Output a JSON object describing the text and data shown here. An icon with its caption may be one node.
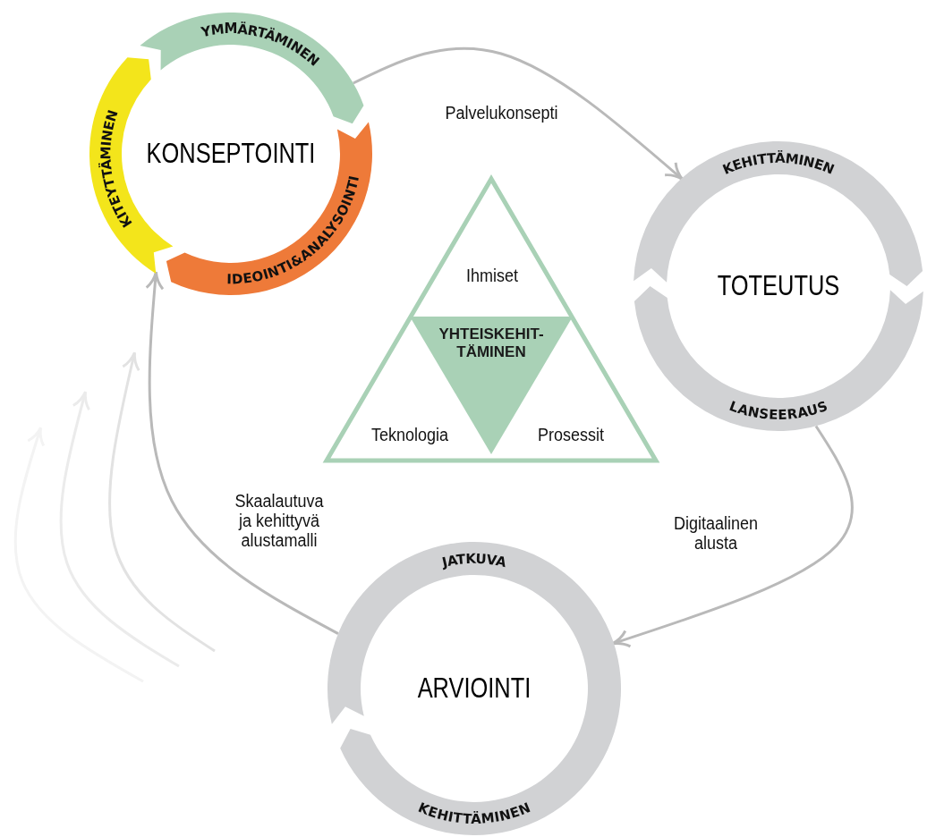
{
  "diagram": {
    "nodes": [
      {
        "text": [
          "YMMÄRTÄMINEN",
          "KITEYTTÄMINEN",
          "KONSEPTOINTI",
          "IDEOINTI&ANALYSOINTI"
        ]
      },
      {
        "text": [
          "KEHITTÄMINEN",
          "TOTEUTUS",
          "LANSEERAUS"
        ]
      },
      {
        "text": [
          "JATKUVA",
          "ARVIOINTI",
          "KEHITTÄMINEN"
        ]
      },
      {
        "text": [
          "Ihmiset",
          "Teknologia",
          "Prosessit"
        ]
      },
      {
        "text": [
          "YHTEISKEHIT- TÄMINEN"
        ],
        "in": 3
      }
    ],
    "edges": [
      {
        "from": 0,
        "to": 1,
        "arrow": "to",
        "label": "Palvelukonsepti"
      },
      {
        "from": 1,
        "to": 2,
        "arrow": "to",
        "label": "Digitaalinen alusta"
      },
      {
        "from": 2,
        "to": 0,
        "arrow": "to",
        "label": "Skaalautuva ja kehittyvä alustamalli"
      }
    ]
  }
}
